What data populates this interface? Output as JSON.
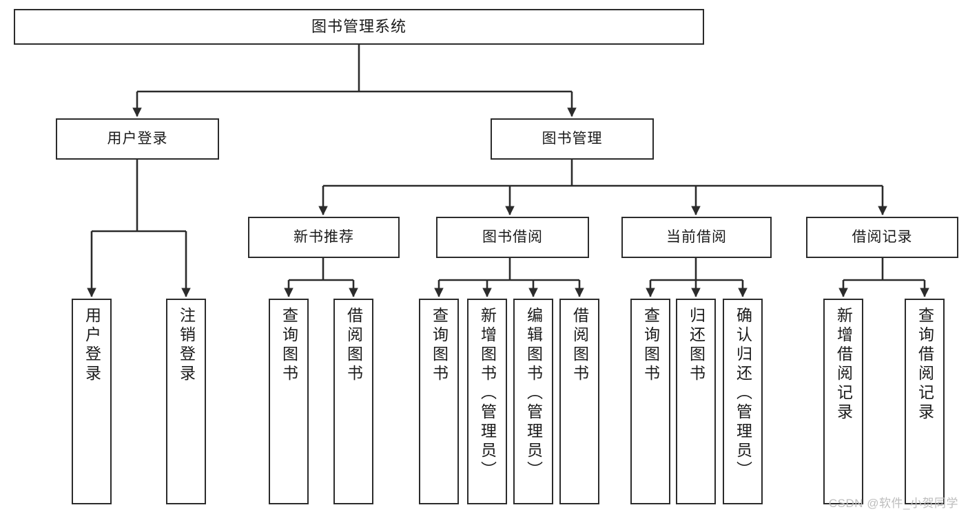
{
  "diagram": {
    "title": "图书管理系统",
    "type": "tree-hierarchy-chart",
    "colors": {
      "stroke": "#2b2b2b",
      "fill": "#ffffff",
      "text": "#1a1a1a",
      "watermark": "#bdbdbd"
    },
    "watermark": "CSDN @软件_小贺同学",
    "nodes": {
      "root": {
        "label": "图书管理系统"
      },
      "level1": [
        {
          "id": "user-login",
          "label": "用户登录"
        },
        {
          "id": "book-manage",
          "label": "图书管理"
        }
      ],
      "level2": [
        {
          "id": "new-book-recommend",
          "label": "新书推荐"
        },
        {
          "id": "book-borrow",
          "label": "图书借阅"
        },
        {
          "id": "current-borrow",
          "label": "当前借阅"
        },
        {
          "id": "borrow-record",
          "label": "借阅记录"
        }
      ],
      "level3": {
        "user_login": [
          {
            "id": "leaf-user-login",
            "label": "用户登录"
          },
          {
            "id": "leaf-logout-login",
            "label": "注销登录"
          }
        ],
        "new_book_recommend": [
          {
            "id": "leaf-query-book-1",
            "label": "查询图书"
          },
          {
            "id": "leaf-borrow-book-1",
            "label": "借阅图书"
          }
        ],
        "book_borrow": [
          {
            "id": "leaf-query-book-2",
            "label": "查询图书"
          },
          {
            "id": "leaf-add-book",
            "label": "新增图书（管理员）"
          },
          {
            "id": "leaf-edit-book",
            "label": "编辑图书（管理员）"
          },
          {
            "id": "leaf-borrow-book-2",
            "label": "借阅图书"
          }
        ],
        "current_borrow": [
          {
            "id": "leaf-query-book-3",
            "label": "查询图书"
          },
          {
            "id": "leaf-return-book",
            "label": "归还图书"
          },
          {
            "id": "leaf-confirm-return",
            "label": "确认归还（管理员）"
          }
        ],
        "borrow_record": [
          {
            "id": "leaf-add-record",
            "label": "新增借阅记录"
          },
          {
            "id": "leaf-query-record",
            "label": "查询借阅记录"
          }
        ]
      }
    }
  }
}
